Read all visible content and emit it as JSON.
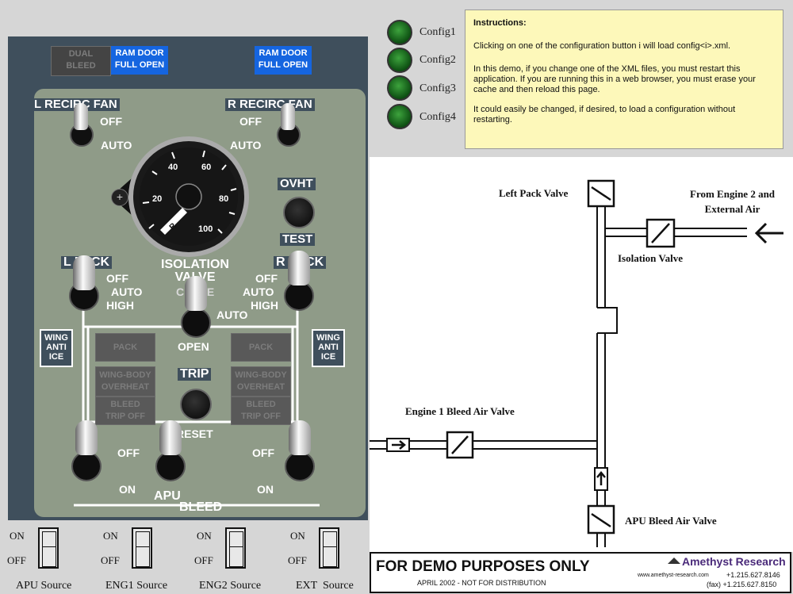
{
  "panel": {
    "dual_bleed": [
      "DUAL",
      "BLEED"
    ],
    "ram_door_left": [
      "RAM DOOR",
      "FULL OPEN"
    ],
    "ram_door_right": [
      "RAM DOOR",
      "FULL OPEN"
    ],
    "l_recirc_fan": "L RECIRC FAN",
    "r_recirc_fan": "R RECIRC FAN",
    "off": "OFF",
    "auto": "AUTO",
    "high": "HIGH",
    "on": "ON",
    "ovht": "OVHT",
    "test": "TEST",
    "l_pack": "L PACK",
    "r_pack": "R PACK",
    "isolation_valve": [
      "ISOLATION",
      "VALVE"
    ],
    "close": "CLOSE",
    "open": "OPEN",
    "trip": "TRIP",
    "reset": "RESET",
    "wing_anti_ice": [
      "WING",
      "ANTI",
      "ICE"
    ],
    "pack": "PACK",
    "wing_body_overheat": [
      "WING-BODY",
      "OVERHEAT"
    ],
    "bleed_trip_off": [
      "BLEED",
      "TRIP OFF"
    ],
    "apu": "APU",
    "bleed": "BLEED",
    "gauge_ticks": [
      "20",
      "40",
      "60",
      "80",
      "100"
    ],
    "gauge_letter": "R"
  },
  "configs": [
    {
      "label": "Config1"
    },
    {
      "label": "Config2"
    },
    {
      "label": "Config3"
    },
    {
      "label": "Config4"
    }
  ],
  "instructions": {
    "title": "Instructions:",
    "p1": "Clicking on one of the configuration button i will load config<i>.xml.",
    "p2": "In this demo, if you change one of the XML files, you must restart this application.  If you are running this in a web browser, you must erase your cache and then reload this page.",
    "p3": "It could easily be changed, if desired, to load a configuration without restarting."
  },
  "diagram": {
    "left_pack_valve": "Left Pack Valve",
    "from_engine": [
      "From Engine 2 and",
      "External Air"
    ],
    "isolation_valve": "Isolation Valve",
    "engine1_bleed": "Engine 1 Bleed Air Valve",
    "apu_bleed": "APU Bleed Air Valve"
  },
  "banner": {
    "title": "FOR DEMO PURPOSES ONLY",
    "subtitle": "APRIL 2002 - NOT FOR DISTRIBUTION",
    "company": "Amethyst Research",
    "website": "www.amethyst-research.com",
    "phone": "+1.215.627.8146",
    "fax": "(fax) +1.215.627.8150"
  },
  "sources": [
    {
      "label": "APU Source",
      "on": "ON",
      "off": "OFF"
    },
    {
      "label": "ENG1 Source",
      "on": "ON",
      "off": "OFF"
    },
    {
      "label": "ENG2 Source",
      "on": "ON",
      "off": "OFF"
    },
    {
      "label": "EXT  Source",
      "on": "ON",
      "off": "OFF"
    }
  ],
  "colors": {
    "panel": "#3f4f5c",
    "panel_inner": "#8f9b88",
    "ram_door": "#1565e0",
    "instructions_bg": "#fdf8ba",
    "led": "#1f7a22"
  }
}
